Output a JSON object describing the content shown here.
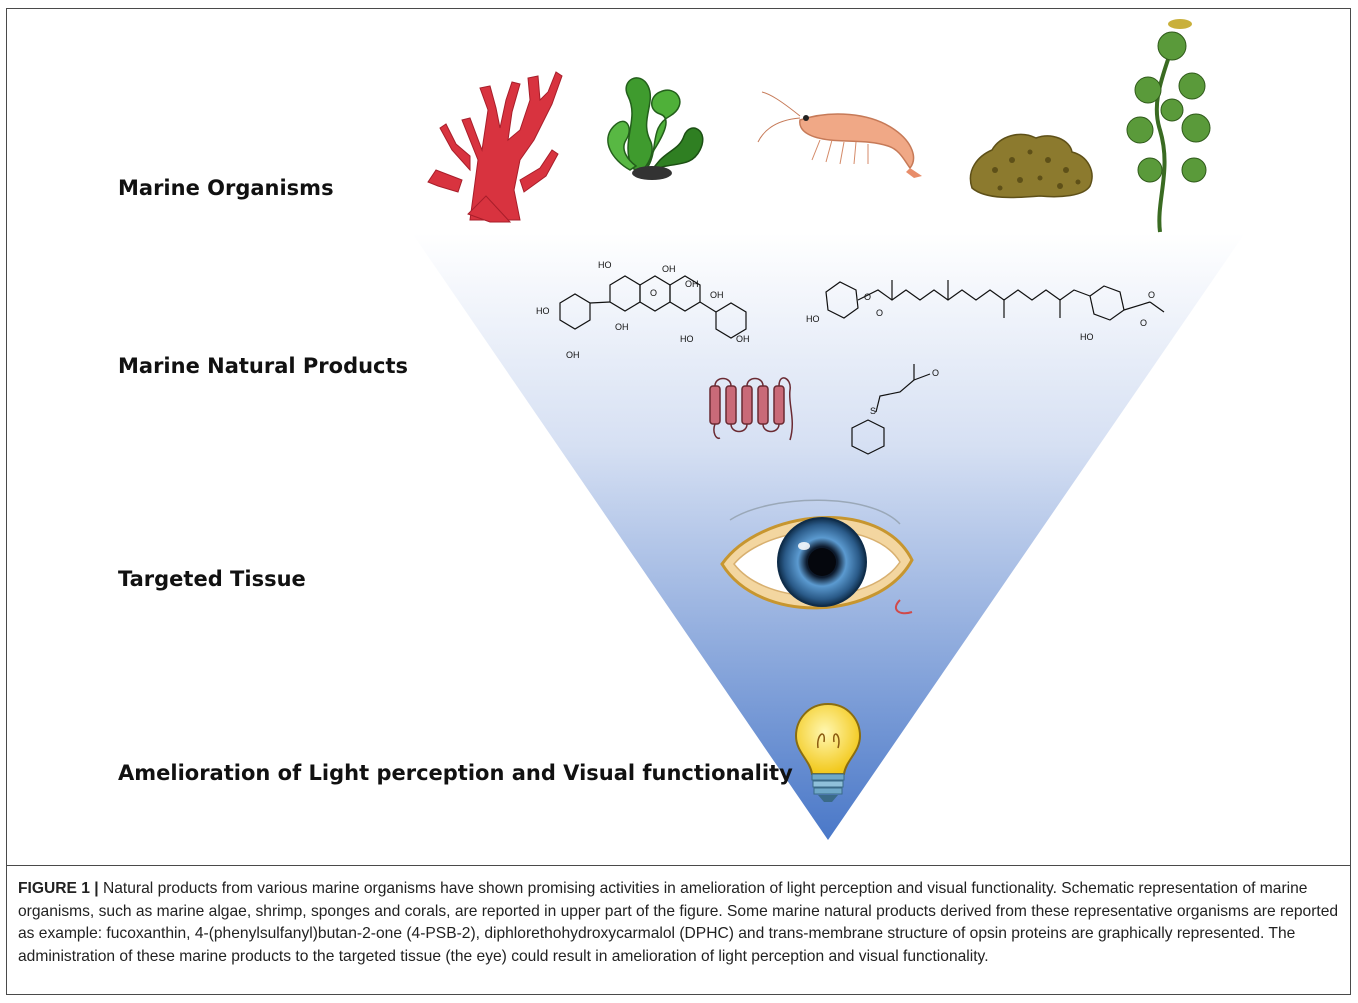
{
  "labels": {
    "marine_organisms": "Marine Organisms",
    "marine_natural_products": "Marine Natural Products",
    "targeted_tissue": "Targeted Tissue",
    "amelioration": "Amelioration of Light perception and Visual functionality"
  },
  "chem_labels": {
    "oh": "OH",
    "ho": "HO",
    "o": "O",
    "s": "S"
  },
  "caption": {
    "figure_label": "FIGURE 1 |",
    "text": "Natural products from various marine organisms have shown promising activities in amelioration of light perception and visual functionality. Schematic representation of marine organisms, such as marine algae, shrimp, sponges and corals, are reported in upper part of the figure. Some marine natural products derived from these representative organisms are reported as example: fucoxanthin, 4-(phenylsulfanyl)butan-2-one (4-PSB-2), diphlorethohydroxycarmalol (DPHC) and trans-membrane structure of opsin proteins are graphically represented. The administration of these marine products to the targeted tissue (the eye) could result in amelioration of light perception and visual functionality."
  },
  "colors": {
    "triangle_top": "#ffffff",
    "triangle_bottom": "#4a78c8",
    "coral": "#d8333f",
    "algae": "#3f9b2e",
    "shrimp": "#f0a886",
    "sponge": "#8c7a2e",
    "plant": "#5a9a3a",
    "opsin": "#c96a78",
    "iris": "#1f4f7a",
    "bulb": "#f5d835"
  }
}
